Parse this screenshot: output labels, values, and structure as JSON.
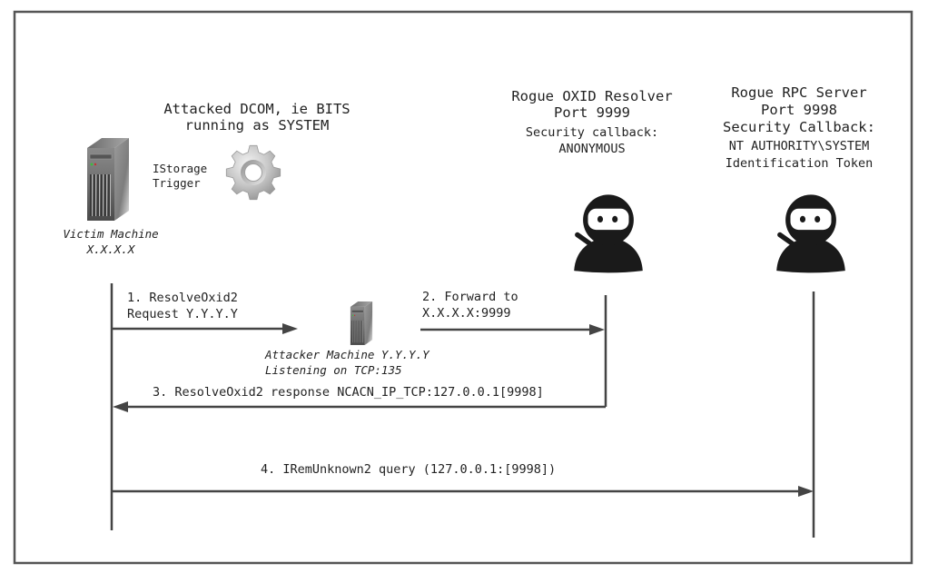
{
  "diagram": {
    "type": "sequence-diagram",
    "colors": {
      "frame": "#555555",
      "lines": "#444444",
      "text": "#222222",
      "ninja": "#1a1a1a",
      "server_body": "#7a7a7a",
      "gear": "#c0c0c0"
    },
    "actors": {
      "victim": {
        "icon": "server-tower-icon",
        "label_lines": [
          "Victim Machine",
          "X.X.X.X"
        ]
      },
      "dcom": {
        "icon": "gear-icon",
        "title_lines": [
          "Attacked DCOM, ie BITS",
          "running as SYSTEM"
        ],
        "trigger_lines": [
          "IStorage",
          "Trigger"
        ]
      },
      "attacker": {
        "icon": "server-tower-icon",
        "label_lines": [
          "Attacker Machine Y.Y.Y.Y",
          "Listening on TCP:135"
        ]
      },
      "oxid_resolver": {
        "icon": "ninja-icon",
        "title_lines": [
          "Rogue OXID Resolver",
          "Port 9999",
          "Security callback:",
          "ANONYMOUS"
        ]
      },
      "rpc_server": {
        "icon": "ninja-icon",
        "title_lines": [
          "Rogue RPC Server",
          "Port 9998",
          "Security Callback:",
          "NT AUTHORITY\\SYSTEM",
          "Identification Token"
        ]
      }
    },
    "messages": [
      {
        "step": 1,
        "from": "victim",
        "to": "attacker",
        "label_lines": [
          "1. ResolveOxid2",
          "Request Y.Y.Y.Y"
        ]
      },
      {
        "step": 2,
        "from": "attacker",
        "to": "oxid_resolver",
        "label_lines": [
          "2. Forward to",
          "X.X.X.X:9999"
        ]
      },
      {
        "step": 3,
        "from": "oxid_resolver",
        "to": "victim",
        "label_lines": [
          "3. ResolveOxid2 response NCACN_IP_TCP:127.0.0.1[9998]"
        ]
      },
      {
        "step": 4,
        "from": "victim",
        "to": "rpc_server",
        "label_lines": [
          "4. IRemUnknown2 query (127.0.0.1:[9998])"
        ]
      }
    ]
  }
}
